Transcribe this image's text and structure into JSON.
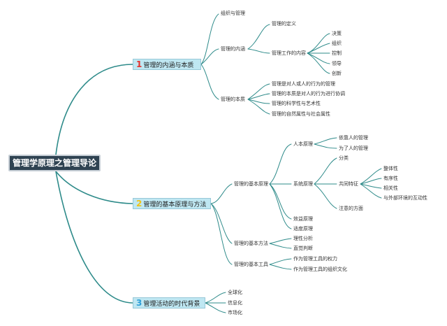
{
  "colors": {
    "branch": "#2e8b8a",
    "root_bg": "#2f4352",
    "main_bg": "#bfe7f2",
    "num1": "#e4322e",
    "num2": "#f0c419",
    "num3": "#2f9fd8"
  },
  "root": {
    "title": "管理学原理之管理导论"
  },
  "section1": {
    "num": "1",
    "title": "管理的内涵与本质",
    "a": "组织与管理",
    "b": "管理的内涵",
    "b1": "管理的定义",
    "b2": "管理工作的内容",
    "b2_items": [
      "决策",
      "组织",
      "控制",
      "领导",
      "创新"
    ],
    "c": "管理的本质",
    "c_items": [
      "管理是对人或人的行为的管理",
      "管理的本质是对人的行为进行协调",
      "管理的科学性与艺术性",
      "管理的自然属性与社会属性"
    ]
  },
  "section2": {
    "num": "2",
    "title": "管理的基本原理与方法",
    "p": "管理的基本原理",
    "p1": "人本原理",
    "p1_items": [
      "依靠人的管理",
      "为了人的管理"
    ],
    "p2": "系统原理",
    "p2a": "分类",
    "p2b": "共同特征",
    "p2b_items": [
      "整体性",
      "有序性",
      "相关性",
      "与外部环境的互动性"
    ],
    "p2c": "注意的方面",
    "p3": "效益原理",
    "p4": "适度原理",
    "m": "管理的基本方法",
    "m_items": [
      "理性分析",
      "直觉判断"
    ],
    "t": "管理的基本工具",
    "t_items": [
      "作为管理工具的权力",
      "作为管理工具的组织文化"
    ]
  },
  "section3": {
    "num": "3",
    "title": "管理活动的时代背景",
    "items": [
      "全球化",
      "信息化",
      "市场化"
    ]
  }
}
